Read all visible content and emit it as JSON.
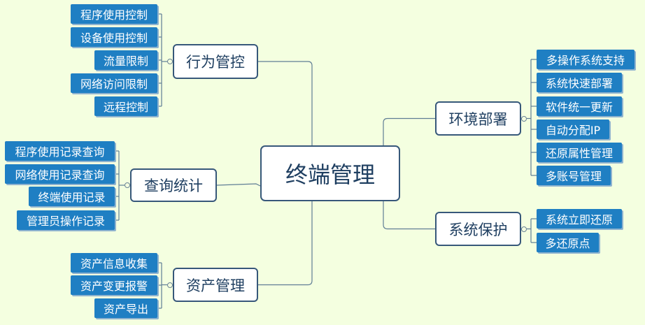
{
  "root": {
    "label": "终端管理"
  },
  "branches": [
    {
      "id": "behavior",
      "label": "行为管控",
      "items": [
        "程序使用控制",
        "设备使用控制",
        "流量限制",
        "网络访问限制",
        "远程控制"
      ]
    },
    {
      "id": "query",
      "label": "查询统计",
      "items": [
        "程序使用记录查询",
        "网络使用记录查询",
        "终端使用记录",
        "管理员操作记录"
      ]
    },
    {
      "id": "asset",
      "label": "资产管理",
      "items": [
        "资产信息收集",
        "资产变更报警",
        "资产导出"
      ]
    },
    {
      "id": "env",
      "label": "环境部署",
      "items": [
        "多操作系统支持",
        "系统快速部署",
        "软件统一更新",
        "自动分配IP",
        "还原属性管理",
        "多账号管理"
      ]
    },
    {
      "id": "protect",
      "label": "系统保护",
      "items": [
        "系统立即还原",
        "多还原点"
      ]
    }
  ],
  "colors": {
    "background": "#f4ffe0",
    "leaf_fill": "#1f7fc3",
    "leaf_text": "#ffffff",
    "border": "#37587a",
    "branch_text": "#1f3f61",
    "connector": "#5f7d95"
  }
}
